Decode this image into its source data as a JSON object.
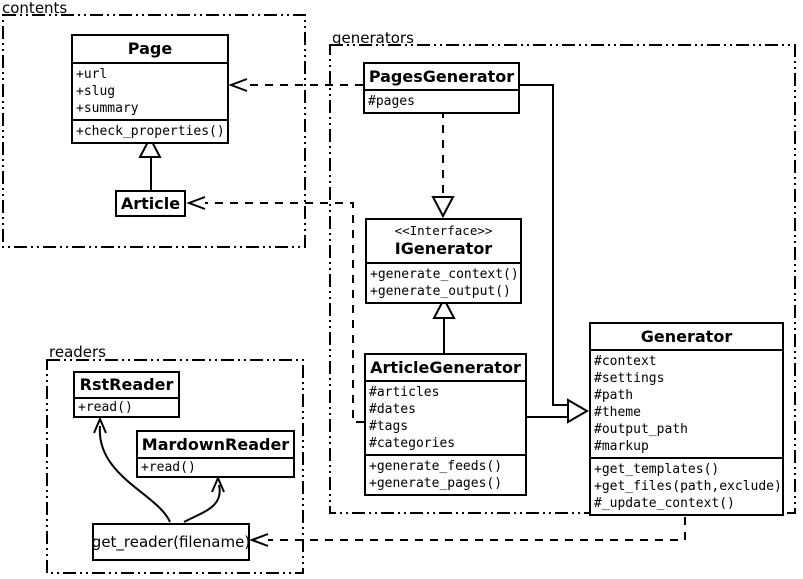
{
  "packages": [
    {
      "name": "contents"
    },
    {
      "name": "generators"
    },
    {
      "name": "readers"
    }
  ],
  "classes": {
    "page": {
      "name": "Page",
      "attributes": [
        "+url",
        "+slug",
        "+summary"
      ],
      "methods": [
        "+check_properties()"
      ]
    },
    "article": {
      "name": "Article"
    },
    "pages_generator": {
      "name": "PagesGenerator",
      "attributes": [
        "#pages"
      ]
    },
    "igenerator": {
      "stereotype": "<<Interface>>",
      "name": "IGenerator",
      "methods": [
        "+generate_context()",
        "+generate_output()"
      ]
    },
    "article_generator": {
      "name": "ArticleGenerator",
      "attributes": [
        "#articles",
        "#dates",
        "#tags",
        "#categories"
      ],
      "methods": [
        "+generate_feeds()",
        "+generate_pages()"
      ]
    },
    "generator": {
      "name": "Generator",
      "attributes": [
        "#context",
        "#settings",
        "#path",
        "#theme",
        "#output_path",
        "#markup"
      ],
      "methods": [
        "+get_templates()",
        "+get_files(path,exclude)",
        "#_update_context()"
      ]
    },
    "rst_reader": {
      "name": "RstReader",
      "methods": [
        "+read()"
      ]
    },
    "mardown_reader": {
      "name": "MardownReader",
      "methods": [
        "+read()"
      ]
    },
    "get_reader": {
      "label": "get_reader(filename)"
    }
  },
  "relationships": [
    {
      "from": "Article",
      "to": "Page",
      "type": "inheritance"
    },
    {
      "from": "PagesGenerator",
      "to": "Page",
      "type": "dependency"
    },
    {
      "from": "ArticleGenerator",
      "to": "Article",
      "type": "dependency"
    },
    {
      "from": "PagesGenerator",
      "to": "IGenerator",
      "type": "realization"
    },
    {
      "from": "ArticleGenerator",
      "to": "IGenerator",
      "type": "inheritance"
    },
    {
      "from": "PagesGenerator",
      "to": "Generator",
      "type": "inheritance"
    },
    {
      "from": "ArticleGenerator",
      "to": "Generator",
      "type": "inheritance"
    },
    {
      "from": "Generator",
      "to": "get_reader",
      "type": "dependency"
    },
    {
      "from": "get_reader",
      "to": "RstReader",
      "type": "call"
    },
    {
      "from": "get_reader",
      "to": "MardownReader",
      "type": "call"
    }
  ],
  "colors": {
    "line": "#000000",
    "background": "#ffffff"
  }
}
